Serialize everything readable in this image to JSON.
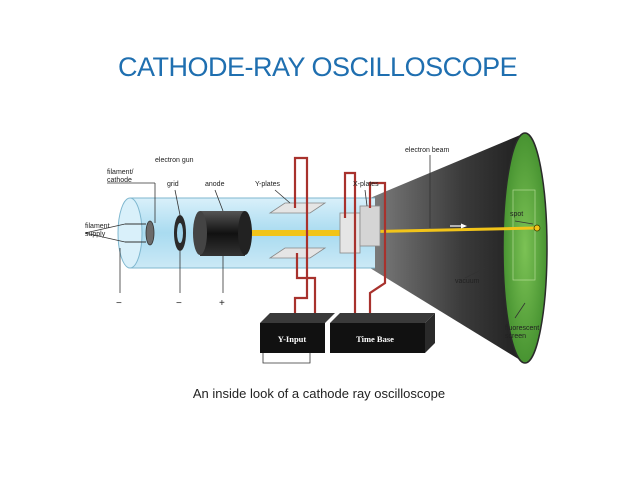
{
  "slide": {
    "title": "CATHODE-RAY OSCILLOSCOPE",
    "caption": "An inside look of a cathode ray oscilloscope"
  },
  "diagram": {
    "labels": {
      "electron_gun": "electron gun",
      "filament_cathode_1": "filament/",
      "filament_cathode_2": "cathode",
      "grid": "grid",
      "anode": "anode",
      "y_plates": "Y-plates",
      "x_plates": "X-plates",
      "electron_beam": "electron beam",
      "spot": "spot",
      "vacuum": "vacuum",
      "filament_supply_1": "filament",
      "filament_supply_2": "supply",
      "fluorescent_1": "fluorescent",
      "fluorescent_2": "screen",
      "y_input": "Y-Input",
      "time_base": "Time Base"
    },
    "signs": {
      "minus_1": "−",
      "minus_2": "−",
      "plus": "+"
    },
    "colors": {
      "tube_glass": "#bfe3f3",
      "screen_green": "#5fa83e",
      "wire": "#a8322d",
      "beam": "#f2c419",
      "cone": "#3a3a3a"
    }
  }
}
